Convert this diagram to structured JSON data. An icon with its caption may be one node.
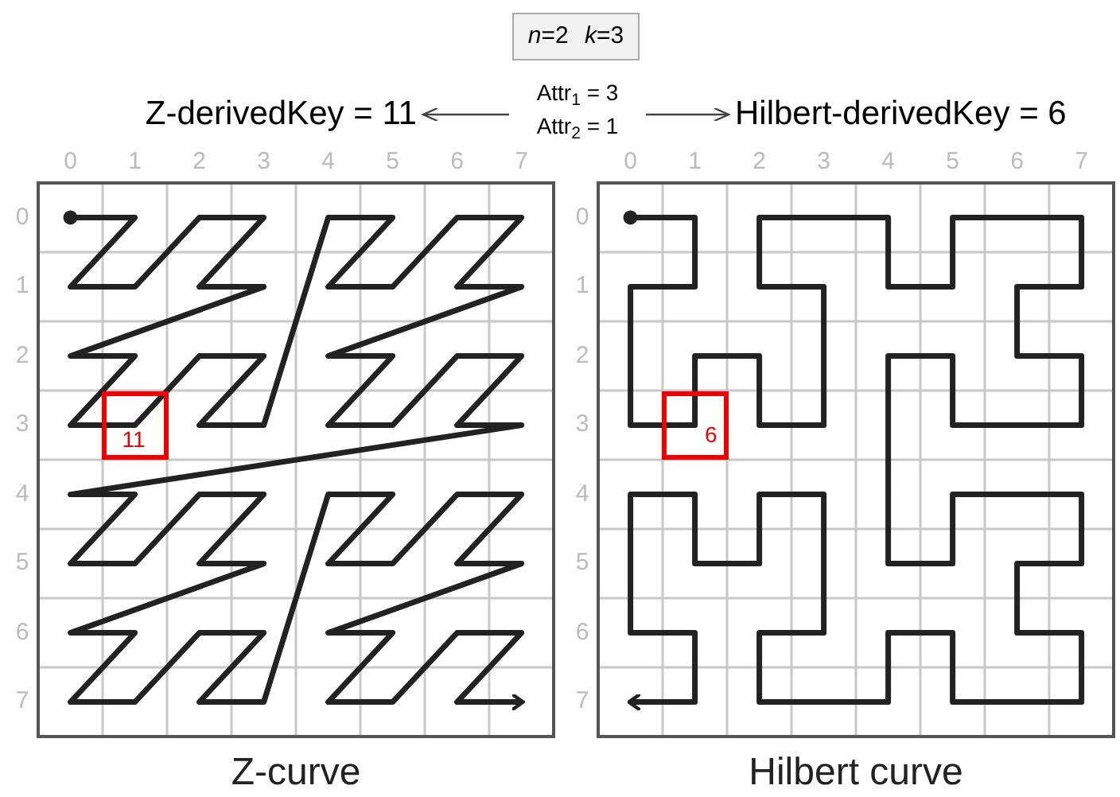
{
  "diagram": {
    "nodes": [
      {
        "text": [
          "*n*=2 *k*=3"
        ]
      },
      {
        "text": [
          "Z-derivedKey = 11"
        ]
      },
      {
        "text": [
          "Attr$_{1}$ = 3",
          "Attr$_{2}$ = 1"
        ]
      },
      {
        "text": [
          "Hilbert-derivedKey = 6"
        ]
      },
      {
        "text": [
          "11"
        ]
      },
      {
        "text": [
          "6"
        ]
      }
    ],
    "edges": [
      {
        "from": 2,
        "to": 1,
        "arrow": "to"
      },
      {
        "from": 2,
        "to": 3,
        "arrow": "to"
      }
    ],
    "labels": [
      "0",
      "1",
      "2",
      "3",
      "4",
      "5",
      "6",
      "7",
      "0",
      "1",
      "2",
      "3",
      "4",
      "5",
      "6",
      "7",
      "0",
      "1",
      "2",
      "3",
      "4",
      "5",
      "6",
      "7",
      "0",
      "1",
      "2",
      "3",
      "4",
      "5",
      "6",
      "7",
      "Z-curve",
      "Hilbert curve"
    ]
  }
}
